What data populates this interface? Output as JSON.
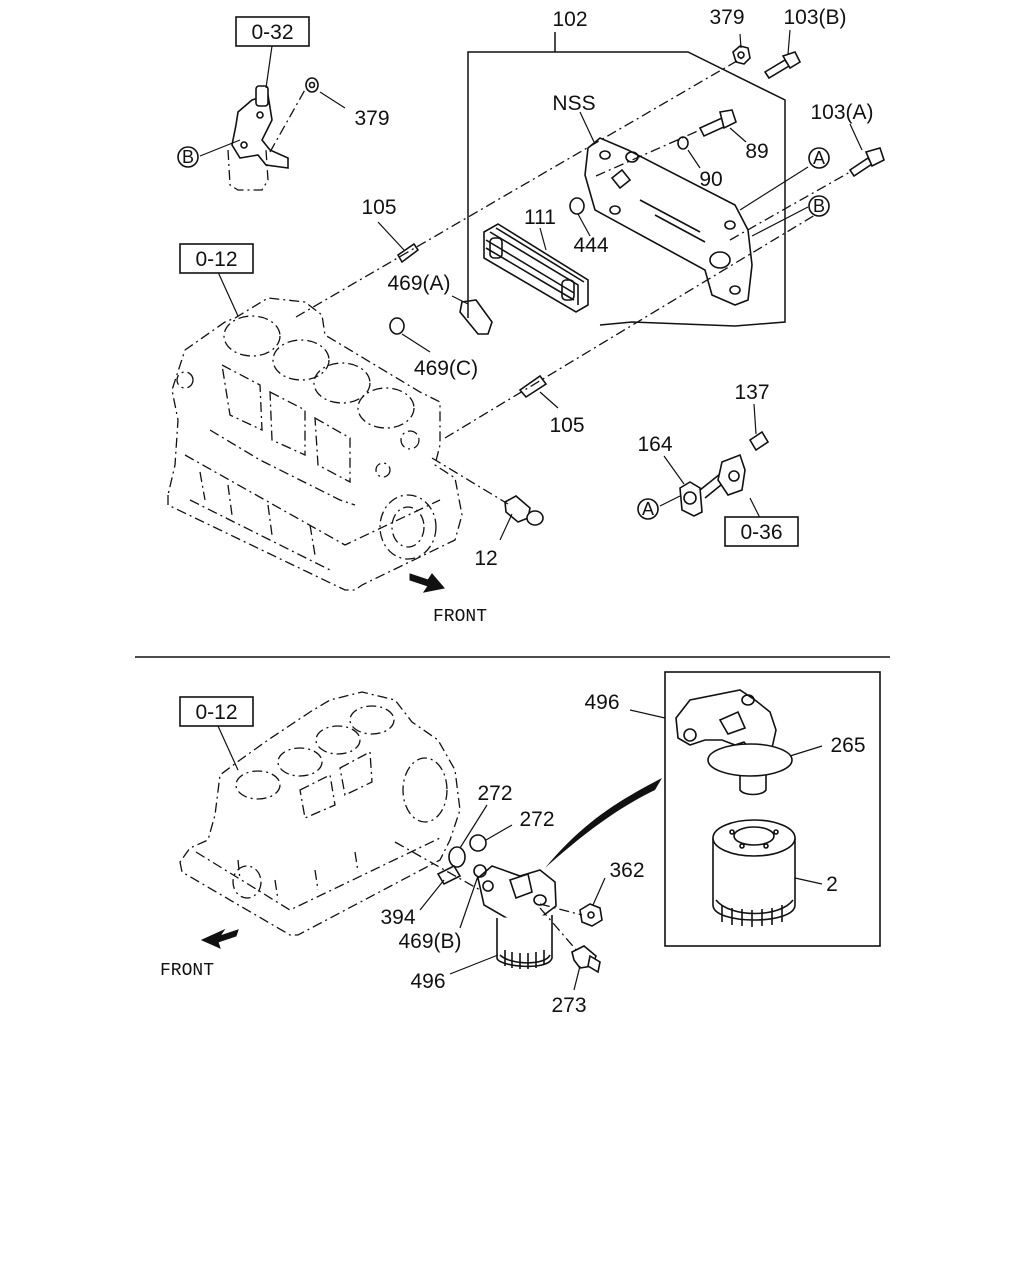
{
  "refs": {
    "r032": "0-32",
    "r012_top": "0-12",
    "r012_bottom": "0-12",
    "r036": "0-36"
  },
  "callouts": {
    "a_top": "A",
    "a_bottom": "A",
    "b_left": "B",
    "b_right": "B"
  },
  "labels": {
    "p102": "102",
    "p379_top": "379",
    "p103b": "103(B)",
    "p379_left": "379",
    "nss": "NSS",
    "p103a": "103(A)",
    "p89": "89",
    "p90": "90",
    "p105_top": "105",
    "p111": "111",
    "p444": "444",
    "p469a": "469(A)",
    "p469c": "469(C)",
    "p105_bottom": "105",
    "p137": "137",
    "p164": "164",
    "p12": "12",
    "p496_top": "496",
    "p265": "265",
    "p272_a": "272",
    "p272_b": "272",
    "p362": "362",
    "p2": "2",
    "p394": "394",
    "p469b": "469(B)",
    "p496_bottom": "496",
    "p273": "273"
  },
  "direction": {
    "front_top": "FRONT",
    "front_bottom": "FRONT"
  }
}
